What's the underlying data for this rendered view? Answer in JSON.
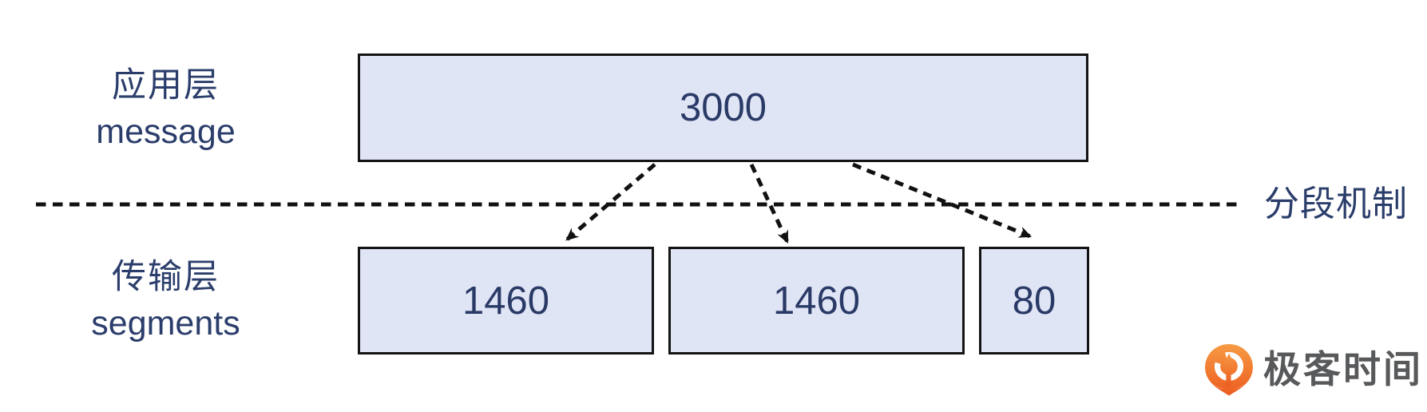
{
  "diagram": {
    "app_layer": {
      "label_cn": "应用层",
      "label_en": "message",
      "message_box_value": "3000"
    },
    "divider": {
      "label": "分段机制"
    },
    "transport_layer": {
      "label_cn": "传输层",
      "label_en": "segments",
      "segments": [
        "1460",
        "1460",
        "80"
      ]
    },
    "colors": {
      "box_fill": "#e0e5f6",
      "box_border": "#141414",
      "label_navy": "#2b3d6b",
      "arrow_black": "#111111",
      "logo_orange_top": "#f79b44",
      "logo_orange_bottom": "#ec5b1f",
      "logo_text_gray": "#58595b"
    }
  },
  "brand": {
    "name": "极客时间"
  }
}
